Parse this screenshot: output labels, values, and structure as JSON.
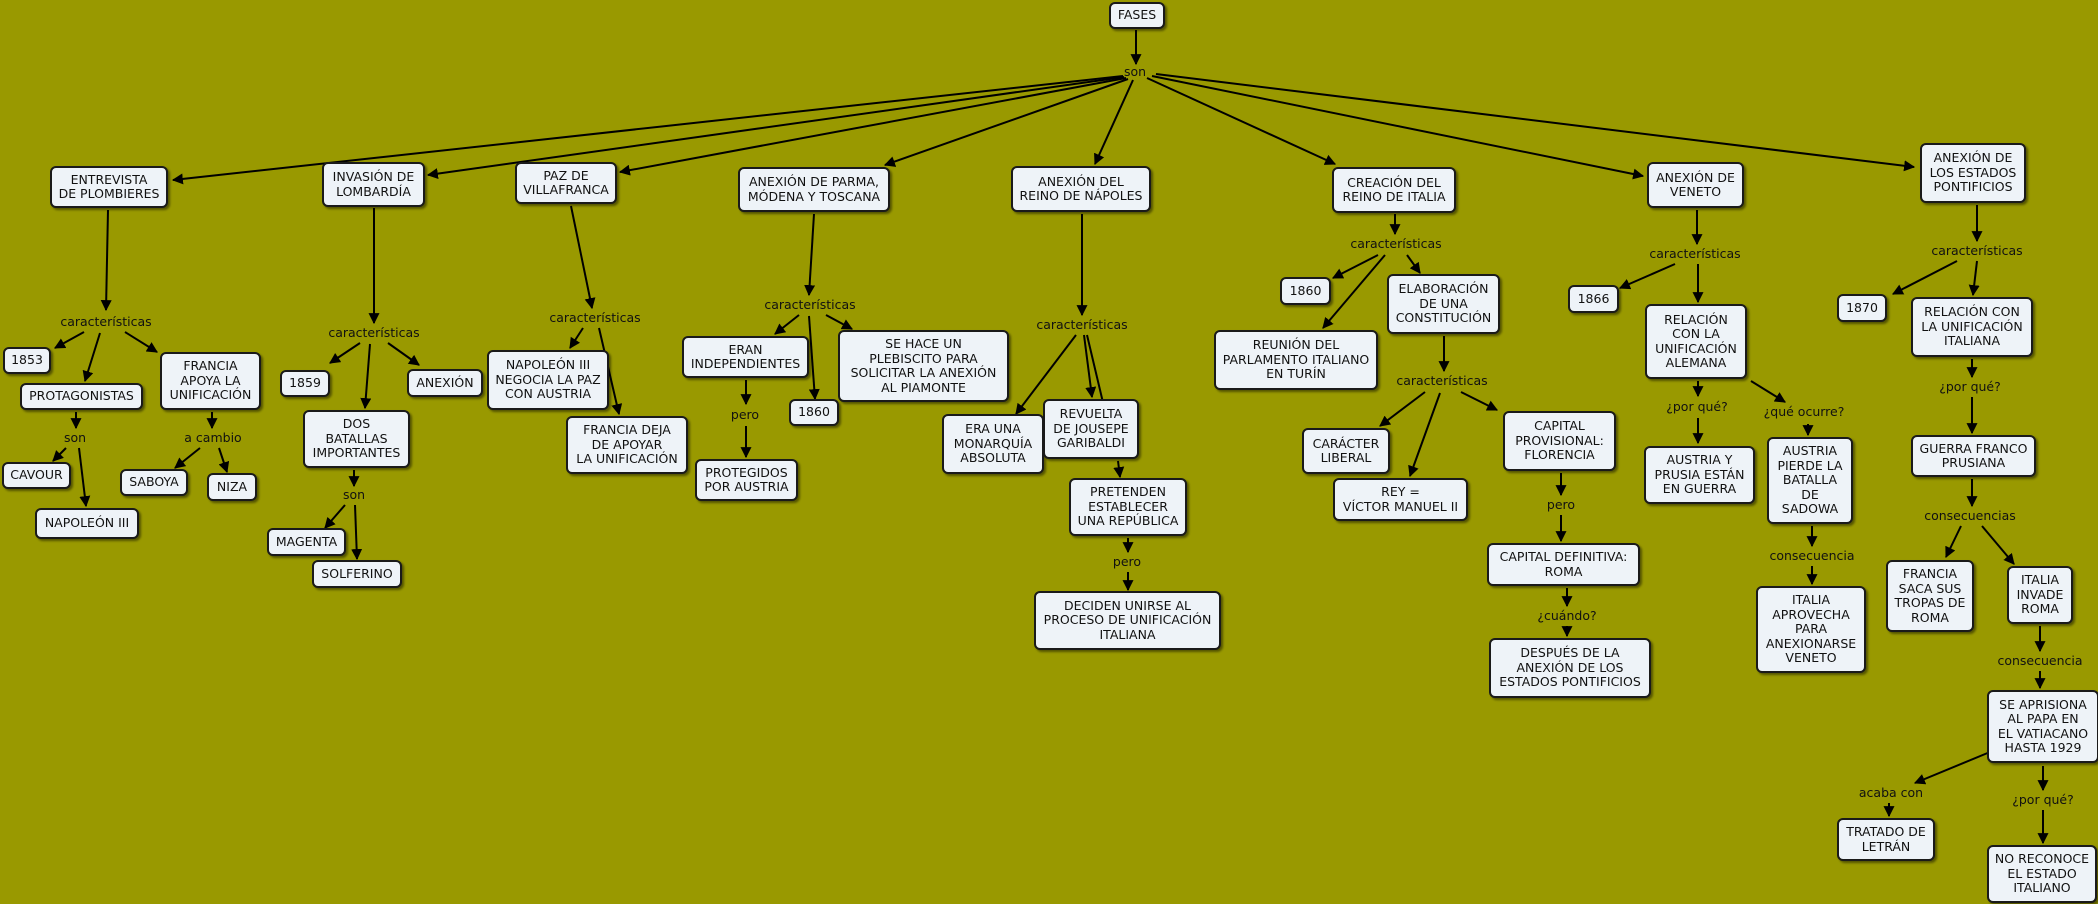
{
  "nodes": {
    "fases": "FASES",
    "plombieres": "ENTREVISTA\nDE PLOMBIERES",
    "lombardia": "INVASIÓN DE\nLOMBARDÍA",
    "villafranca": "PAZ DE\nVILLAFRANCA",
    "parma": "ANEXIÓN DE PARMA,\nMÓDENA Y TOSCANA",
    "napoles": "ANEXIÓN DEL\nREINO DE NÁPOLES",
    "creacion": "CREACIÓN DEL\nREINO DE ITALIA",
    "veneto": "ANEXIÓN DE\nVENETO",
    "pontificios": "ANEXIÓN DE\nLOS ESTADOS\nPONTIFICIOS",
    "y1853": "1853",
    "protagonistas": "PROTAGONISTAS",
    "francia_apoya": "FRANCIA\nAPOYA LA\nUNIFICACIÓN",
    "cavour": "CAVOUR",
    "napoleon3": "NAPOLEÓN III",
    "saboya": "SABOYA",
    "niza": "NIZA",
    "y1859": "1859",
    "anexion": "ANEXIÓN",
    "dos_batallas": "DOS\nBATALLAS\nIMPORTANTES",
    "magenta": "MAGENTA",
    "solferino": "SOLFERINO",
    "napoleon_paz": "NAPOLEÓN III\nNEGOCIA LA PAZ\nCON AUSTRIA",
    "francia_deja": "FRANCIA DEJA\nDE APOYAR\nLA UNIFICACIÓN",
    "eran_indep": "ERAN\nINDEPENDIENTES",
    "plebiscito": "SE HACE UN\nPLEBISCITO PARA\nSOLICITAR LA ANEXIÓN\nAL PIAMONTE",
    "y1860a": "1860",
    "protegidos": "PROTEGIDOS\nPOR AUSTRIA",
    "monarquia": "ERA UNA\nMONARQUÍA\nABSOLUTA",
    "revuelta": "REVUELTA\nDE JOUSEPE\nGARIBALDI",
    "pretenden": "PRETENDEN\nESTABLECER\nUNA REPÚBLICA",
    "deciden": "DECIDEN UNIRSE AL\nPROCESO DE UNIFICACIÓN\nITALIANA",
    "y1860b": "1860",
    "reunion": "REUNIÓN DEL\nPARLAMENTO ITALIANO\nEN TURÍN",
    "elaboracion": "ELABORACIÓN\nDE UNA\nCONSTITUCIÓN",
    "caracter": "CARÁCTER\nLIBERAL",
    "rey": "REY =\nVÍCTOR MANUEL II",
    "capital_prov": "CAPITAL\nPROVISIONAL:\nFLORENCIA",
    "capital_def": "CAPITAL DEFINITIVA:\nROMA",
    "despues": "DESPUÉS DE LA\nANEXIÓN DE LOS\nESTADOS PONTIFICIOS",
    "y1866": "1866",
    "relacion_alemana": "RELACIÓN\nCON LA\nUNIFICACIÓN\nALEMANA",
    "austria_prusia": "AUSTRIA Y\nPRUSIA ESTÁN\nEN GUERRA",
    "austria_pierde": "AUSTRIA\nPIERDE LA\nBATALLA\nDE\nSADOWA",
    "italia_aprovecha": "ITALIA\nAPROVECHA\nPARA\nANEXIONARSE\nVENETO",
    "y1870": "1870",
    "relacion_italiana": "RELACIÓN CON\nLA UNIFICACIÓN\nITALIANA",
    "guerra_franco": "GUERRA FRANCO\nPRUSIANA",
    "francia_saca": "FRANCIA\nSACA SUS\nTROPAS DE\nROMA",
    "italia_invade": "ITALIA\nINVADE\nROMA",
    "se_aprisiona": "SE APRISIONA\nAL PAPA EN\nEL VATIACANO\nHASTA 1929",
    "tratado": "TRATADO DE\nLETRÁN",
    "no_reconoce": "NO RECONOCE\nEL ESTADO\nITALIANO"
  },
  "labels": {
    "son_main": "son",
    "car_plombieres": "características",
    "son_protagonistas": "son",
    "a_cambio": "a cambio",
    "car_lombardia": "características",
    "son_batallas": "son",
    "car_villafranca": "características",
    "car_parma": "características",
    "pero_parma": "pero",
    "car_napoles": "características",
    "pero_napoles": "pero",
    "car_creacion": "características",
    "car_constitucion": "características",
    "pero_capital": "pero",
    "cuando": "¿cuándo?",
    "car_veneto": "características",
    "por_que_veneto": "¿por qué?",
    "que_ocurre": "¿qué ocurre?",
    "consecuencia_veneto": "consecuencia",
    "car_pontificios": "características",
    "por_que_pont": "¿por qué?",
    "consecuencias": "consecuencias",
    "consecuencia_roma": "consecuencia",
    "acaba_con": "acaba con",
    "por_que_papa": "¿por qué?"
  }
}
